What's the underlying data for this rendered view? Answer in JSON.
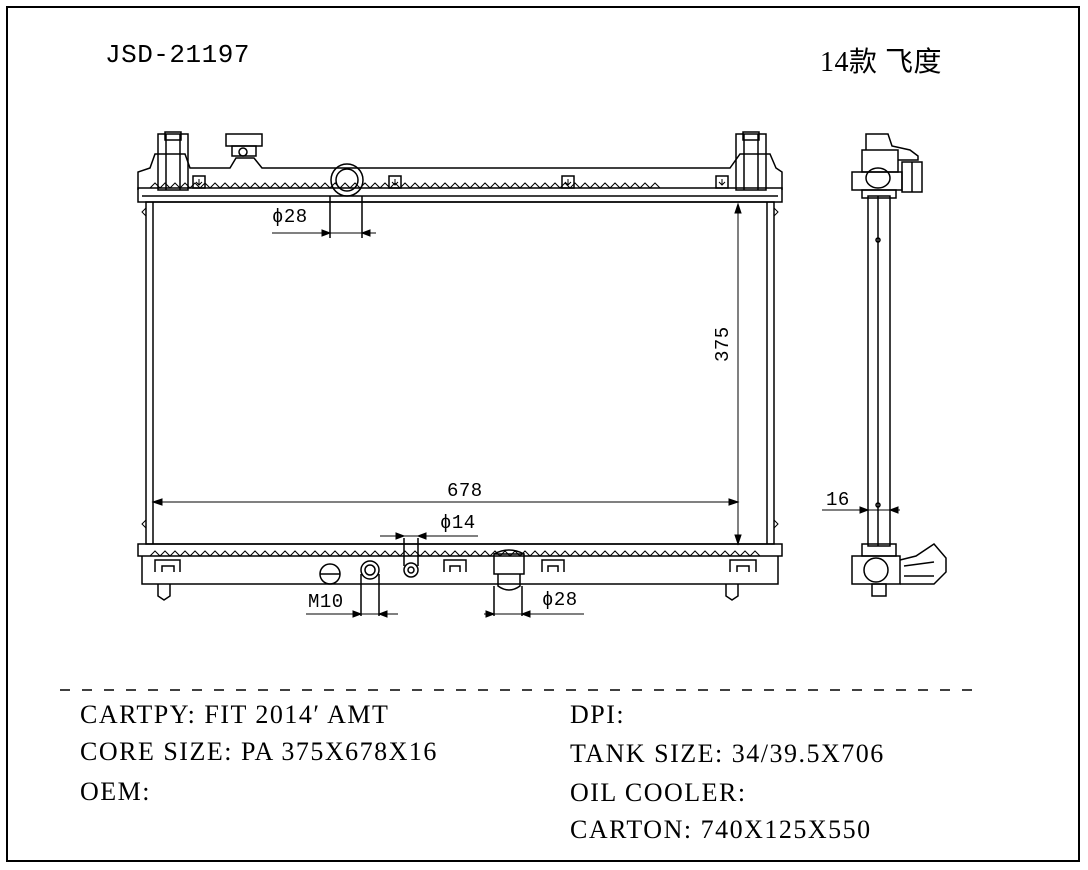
{
  "header": {
    "part_number": "JSD-21197",
    "model_label": "14款 飞度"
  },
  "dimensions": {
    "upper_pipe": "ϕ28",
    "height": "375",
    "width": "678",
    "small_pipe": "ϕ14",
    "thread": "M10",
    "lower_pipe": "ϕ28",
    "core_thickness": "16"
  },
  "specs": {
    "cartpy": "CARTPY: FIT 2014′ AMT",
    "core_size": "CORE SIZE: PA 375X678X16",
    "oem": "OEM:",
    "dpi": "DPI:",
    "tank_size": "TANK SIZE: 34/39.5X706",
    "oil_cooler": "OIL COOLER:",
    "carton": "CARTON: 740X125X550"
  }
}
